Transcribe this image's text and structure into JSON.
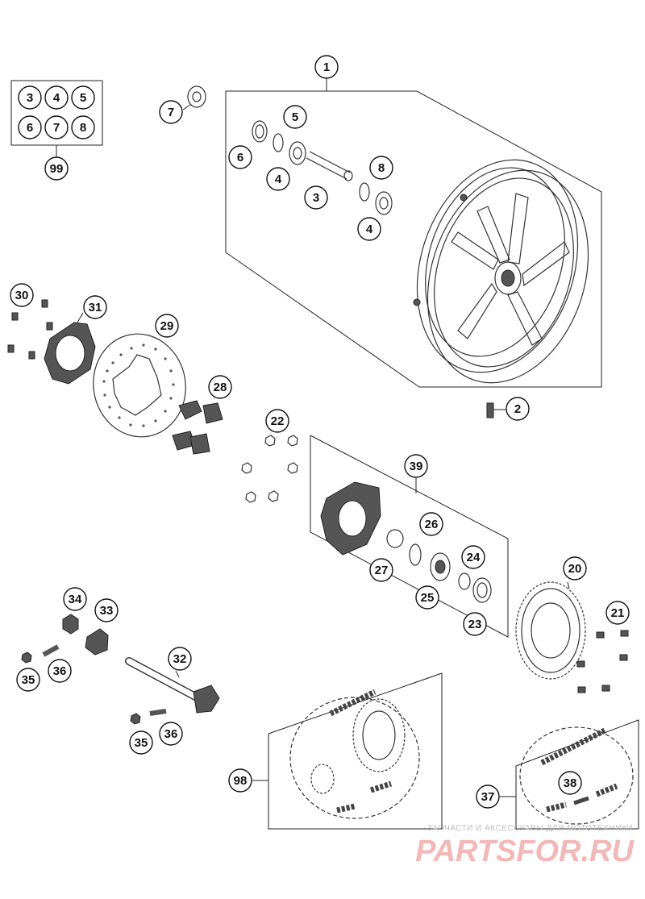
{
  "callouts": {
    "c1": "1",
    "c2": "2",
    "c3": "3",
    "c4a": "4",
    "c4b": "4",
    "c5": "5",
    "c6": "6",
    "c7": "7",
    "c8": "8",
    "c20": "20",
    "c21": "21",
    "c22": "22",
    "c23": "23",
    "c24": "24",
    "c25": "25",
    "c26": "26",
    "c27": "27",
    "c28": "28",
    "c29": "29",
    "c30": "30",
    "c31": "31",
    "c32": "32",
    "c33": "33",
    "c34": "34",
    "c35a": "35",
    "c35b": "35",
    "c36a": "36",
    "c36b": "36",
    "c37": "37",
    "c38": "38",
    "c39": "39",
    "c98": "98",
    "c99": "99"
  },
  "kit99": {
    "items": [
      "3",
      "4",
      "5",
      "6",
      "7",
      "8"
    ]
  },
  "watermark": {
    "tagline": "ЗАПЧАСТИ И АКСЕССУАРЫ ДЛЯ МОТОТЕХНИКИ",
    "logo": "PARTSFOR.RU"
  }
}
